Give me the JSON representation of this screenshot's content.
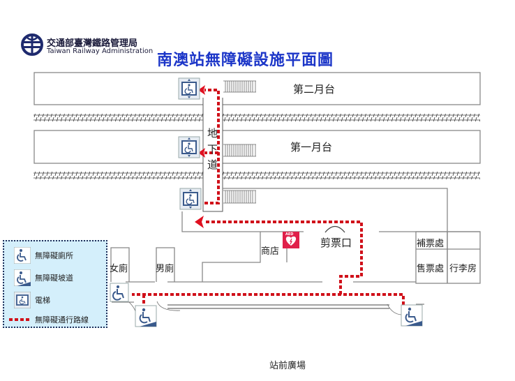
{
  "header": {
    "org_name_zh": "交通部臺灣鐵路管理局",
    "org_name_en": "Taiwan Railway Administration",
    "title": "南澳站無障礙設施平面圖"
  },
  "platforms": [
    {
      "label": "第二月台"
    },
    {
      "label": "第一月台"
    }
  ],
  "underpass": {
    "label_chars": [
      "地",
      "下",
      "道"
    ]
  },
  "rooms": {
    "shop": "商店",
    "ticket_gate": "剪票口",
    "fare_adjustment": "補票處",
    "ticket_office": "售票處",
    "luggage_room": "行李房",
    "womens_restroom": "女廁",
    "mens_restroom": "男廁"
  },
  "aed": {
    "label": "AED"
  },
  "plaza": {
    "label": "站前廣場"
  },
  "legend": {
    "items": [
      {
        "icon": "accessible-restroom-icon",
        "label": "無障礙廁所"
      },
      {
        "icon": "accessible-ramp-icon",
        "label": "無障礙坡道"
      },
      {
        "icon": "elevator-icon",
        "label": "電梯"
      },
      {
        "icon": "accessible-route-icon",
        "label": "無障礙通行路線"
      }
    ]
  },
  "colors": {
    "title_blue": "#1c36c8",
    "route_red": "#d0101a",
    "icon_blue": "#3a5a8c",
    "legend_bg": "#d4effb",
    "aed_red": "#e0204a"
  }
}
